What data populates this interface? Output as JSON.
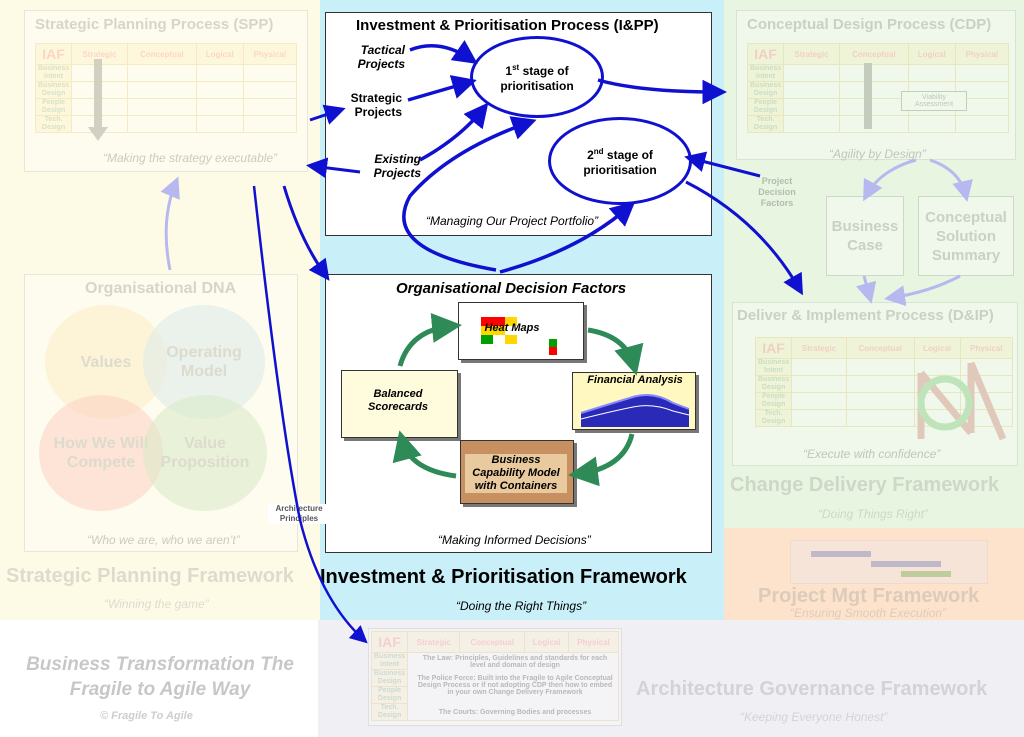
{
  "spp": {
    "title": "Strategic Planning Process (SPP)",
    "quote": "“Making the strategy executable”",
    "iaf_table": {
      "corner": "IAF",
      "columns": [
        "Strategic",
        "Conceptual",
        "Logical",
        "Physical"
      ],
      "rows": [
        "Business Intent",
        "Business Design",
        "People Design",
        "Tech. Design"
      ]
    }
  },
  "dna": {
    "title": "Organisational DNA",
    "circles": [
      "Values",
      "Operating Model",
      "How We Will Compete",
      "Value Proposition"
    ],
    "quote": "“Who we are, who we aren’t”"
  },
  "spf": {
    "title": "Strategic Planning Framework",
    "subtitle": "“Winning the game”"
  },
  "bt": {
    "title": "Business Transformation The Fragile to Agile Way",
    "copyright": "© Fragile To Agile"
  },
  "ipp": {
    "title": "Investment & Prioritisation Process (I&PP)",
    "tactical": "Tactical Projects",
    "strategic": "Strategic Projects",
    "existing": "Existing Projects",
    "stage1": "1st stage of prioritisation",
    "stage1_num": "1",
    "stage1_sup": "st",
    "stage1_rest": " stage of prioritisation",
    "stage2_num": "2",
    "stage2_sup": "nd",
    "stage2_rest": " stage of prioritisation",
    "quote": "“Managing Our Project Portfolio”"
  },
  "odf": {
    "title": "Organisational Decision Factors",
    "heat_maps": "Heat Maps",
    "balanced": "Balanced Scorecards",
    "financial": "Financial Analysis",
    "capability": "Business Capability Model with Containers",
    "quote": "“Making Informed Decisions”"
  },
  "ipf": {
    "title": "Investment & Prioritisation Framework",
    "subtitle": "“Doing the Right Things”"
  },
  "cdp": {
    "title": "Conceptual Design Process (CDP)",
    "quote": "“Agility by Design”",
    "viability": "Viability Assessment",
    "iaf_table": {
      "corner": "IAF",
      "columns": [
        "Strategic",
        "Conceptual",
        "Logical",
        "Physical"
      ],
      "rows": [
        "Business Intent",
        "Business Design",
        "People Design",
        "Tech. Design"
      ]
    }
  },
  "project_decision_factors": "Project Decision Factors",
  "business_case": "Business Case",
  "conceptual_solution": "Conceptual Solution Summary",
  "dip": {
    "title": "Deliver & Implement Process (D&IP)",
    "quote": "“Execute with confidence”",
    "iaf_table": {
      "corner": "IAF",
      "columns": [
        "Strategic",
        "Conceptual",
        "Logical",
        "Physical"
      ],
      "rows": [
        "Business Intent",
        "Business Design",
        "People Design",
        "Tech. Design"
      ]
    }
  },
  "cdf": {
    "title": "Change Delivery Framework",
    "subtitle": "“Doing Things Right”"
  },
  "pmf": {
    "title": "Project Mgt Framework",
    "subtitle": "“Ensuring Smooth Execution”"
  },
  "agf": {
    "title": "Architecture Governance Framework",
    "subtitle": "“Keeping Everyone Honest”"
  },
  "architecture_principles": "Architecture Principles",
  "gov": {
    "corner": "IAF",
    "columns": [
      "Strategic",
      "Conceptual",
      "Logical",
      "Physical"
    ],
    "rows": [
      "Business Intent",
      "Business Design",
      "People Design",
      "Tech. Design"
    ],
    "law": "The Law: Principles, Guidelines and standards for each level and domain of design",
    "police": "The Police Force: Built into the Fragile to Agile Conceptual Design Process or if not adopting CDP then how to embed in your own Change Delivery Framework",
    "courts": "The Courts: Governing Bodies and processes"
  },
  "colors": {
    "arrow_blue": "#1010d0",
    "cycle_green": "#2e8b57",
    "ip_bg": "#c9f0f8",
    "cd_bg": "#e8f5e0",
    "pm_bg": "#fde3cc",
    "ag_bg": "#f0f0f4",
    "sp_bg": "#fdfbe6"
  }
}
